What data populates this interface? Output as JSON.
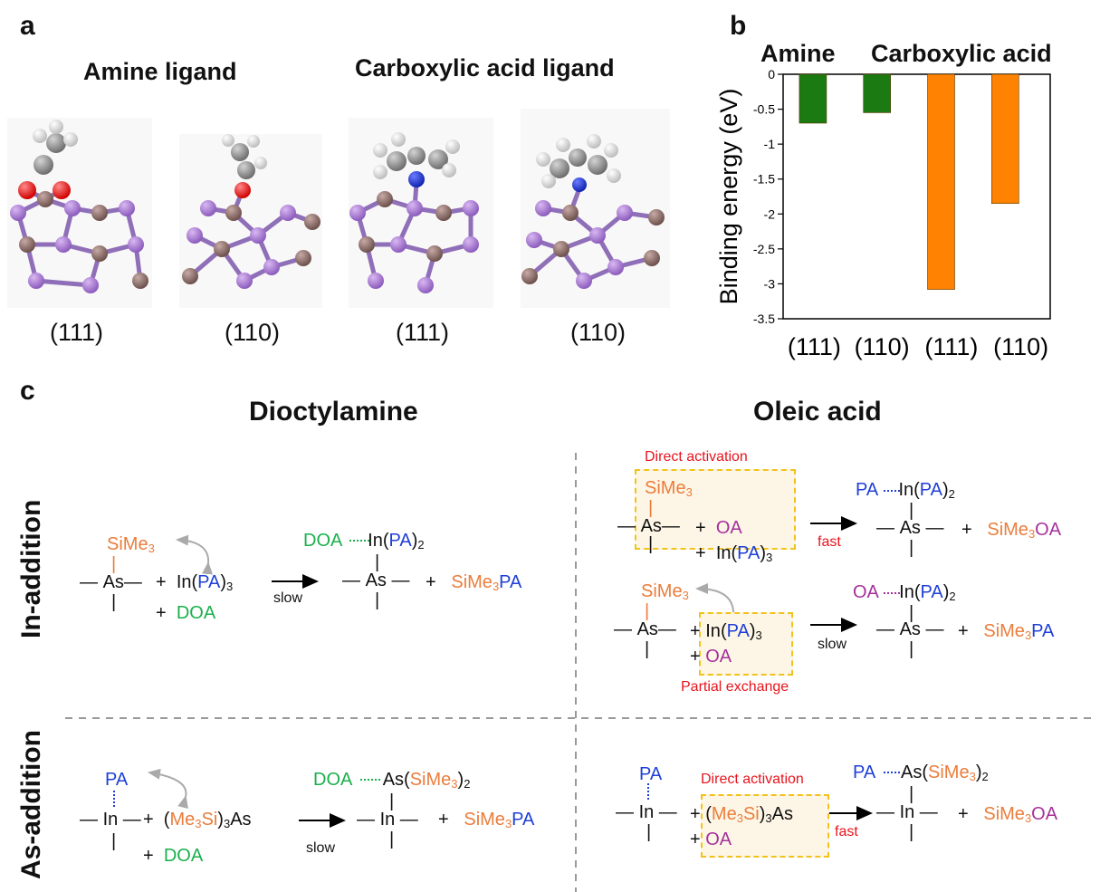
{
  "panel_a": {
    "letter": "a",
    "headers": [
      "Amine ligand",
      "Carboxylic acid ligand"
    ],
    "facets": [
      "(111)",
      "(110)",
      "(111)",
      "(110)"
    ]
  },
  "panel_b": {
    "letter": "b",
    "group_labels": [
      "Amine",
      "Carboxylic acid"
    ]
  },
  "chart_data": {
    "type": "bar",
    "categories": [
      "(111)",
      "(110)",
      "(111)",
      "(110)"
    ],
    "values": [
      -0.7,
      -0.55,
      -3.08,
      -1.85
    ],
    "bar_colors": [
      "#1b7a12",
      "#1b7a12",
      "#ff8202",
      "#ff8202"
    ],
    "ylabel": "Binding energy (eV)",
    "ylim": [
      -3.5,
      0
    ],
    "yticks": [
      "0",
      "-0.5",
      "-1",
      "-1.5",
      "-2",
      "-2.5",
      "-3",
      "-3.5"
    ],
    "grid": false
  },
  "panel_c": {
    "letter": "c",
    "col_titles": [
      "Dioctylamine",
      "Oleic acid"
    ],
    "row_labels": [
      "In-addition",
      "As-addition"
    ],
    "chem": {
      "SiMe": "SiMe",
      "sub3": "3",
      "sub2": "2",
      "As": "As",
      "In": "In",
      "PA": "PA",
      "DOA": "DOA",
      "OA": "OA",
      "Me3Si": "Me",
      "Si": "Si",
      "plus": "+",
      "paren_open": "(",
      "paren_close": ")"
    },
    "arrows": {
      "slow": "slow",
      "fast": "fast"
    },
    "annotations": {
      "direct_activation": "Direct activation",
      "partial_exchange": "Partial exchange"
    }
  }
}
